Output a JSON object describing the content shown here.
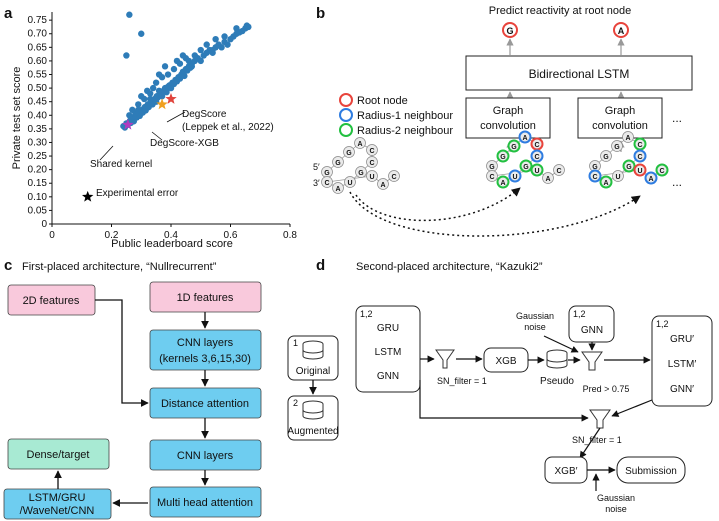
{
  "panel_labels": [
    "a",
    "b",
    "c",
    "d"
  ],
  "panel_a": {
    "ylabel": "Private test set score",
    "xlabel": "Public leaderboard score",
    "yticks": [
      "0",
      "0.05",
      "0.10",
      "0.15",
      "0.20",
      "0.25",
      "0.30",
      "0.35",
      "0.40",
      "0.45",
      "0.50",
      "0.55",
      "0.60",
      "0.65",
      "0.70",
      "0.75"
    ],
    "xticks": [
      "0",
      "0.2",
      "0.4",
      "0.6",
      "0.8"
    ],
    "annotations": {
      "degscore": "DegScore",
      "leppek": "(Leppek et al., 2022)",
      "degscore_xgb": "DegScore-XGB",
      "shared_kernel": "Shared kernel",
      "experimental_error": "Experimental error"
    }
  },
  "chart_data": {
    "type": "scatter",
    "xlabel": "Public leaderboard score",
    "ylabel": "Private test set score",
    "xlim": [
      0,
      0.8
    ],
    "ylim": [
      0,
      0.78
    ],
    "series": [
      {
        "marker": "circle",
        "color": "#2e7cb8",
        "points": [
          [
            0.24,
            0.36
          ],
          [
            0.245,
            0.355
          ],
          [
            0.25,
            0.37
          ],
          [
            0.255,
            0.365
          ],
          [
            0.26,
            0.375
          ],
          [
            0.262,
            0.38
          ],
          [
            0.265,
            0.372
          ],
          [
            0.27,
            0.385
          ],
          [
            0.272,
            0.39
          ],
          [
            0.275,
            0.378
          ],
          [
            0.278,
            0.395
          ],
          [
            0.28,
            0.4
          ],
          [
            0.285,
            0.392
          ],
          [
            0.29,
            0.405
          ],
          [
            0.293,
            0.41
          ],
          [
            0.295,
            0.398
          ],
          [
            0.3,
            0.415
          ],
          [
            0.302,
            0.42
          ],
          [
            0.305,
            0.41
          ],
          [
            0.31,
            0.425
          ],
          [
            0.312,
            0.43
          ],
          [
            0.315,
            0.418
          ],
          [
            0.32,
            0.435
          ],
          [
            0.322,
            0.44
          ],
          [
            0.325,
            0.43
          ],
          [
            0.33,
            0.445
          ],
          [
            0.335,
            0.45
          ],
          [
            0.338,
            0.44
          ],
          [
            0.34,
            0.455
          ],
          [
            0.345,
            0.46
          ],
          [
            0.35,
            0.45
          ],
          [
            0.352,
            0.47
          ],
          [
            0.355,
            0.465
          ],
          [
            0.36,
            0.475
          ],
          [
            0.365,
            0.48
          ],
          [
            0.37,
            0.47
          ],
          [
            0.375,
            0.49
          ],
          [
            0.38,
            0.5
          ],
          [
            0.385,
            0.485
          ],
          [
            0.39,
            0.505
          ],
          [
            0.395,
            0.51
          ],
          [
            0.4,
            0.5
          ],
          [
            0.405,
            0.52
          ],
          [
            0.41,
            0.515
          ],
          [
            0.415,
            0.53
          ],
          [
            0.42,
            0.525
          ],
          [
            0.425,
            0.54
          ],
          [
            0.43,
            0.535
          ],
          [
            0.435,
            0.55
          ],
          [
            0.44,
            0.56
          ],
          [
            0.445,
            0.545
          ],
          [
            0.45,
            0.57
          ],
          [
            0.455,
            0.565
          ],
          [
            0.46,
            0.58
          ],
          [
            0.465,
            0.575
          ],
          [
            0.47,
            0.59
          ],
          [
            0.48,
            0.6
          ],
          [
            0.49,
            0.61
          ],
          [
            0.5,
            0.6
          ],
          [
            0.51,
            0.62
          ],
          [
            0.52,
            0.63
          ],
          [
            0.53,
            0.64
          ],
          [
            0.54,
            0.63
          ],
          [
            0.55,
            0.65
          ],
          [
            0.56,
            0.66
          ],
          [
            0.57,
            0.65
          ],
          [
            0.58,
            0.67
          ],
          [
            0.59,
            0.66
          ],
          [
            0.6,
            0.68
          ],
          [
            0.61,
            0.69
          ],
          [
            0.62,
            0.7
          ],
          [
            0.63,
            0.705
          ],
          [
            0.64,
            0.71
          ],
          [
            0.65,
            0.72
          ],
          [
            0.655,
            0.73
          ],
          [
            0.66,
            0.725
          ],
          [
            0.42,
            0.6
          ],
          [
            0.38,
            0.58
          ],
          [
            0.36,
            0.55
          ],
          [
            0.44,
            0.62
          ],
          [
            0.46,
            0.6
          ],
          [
            0.5,
            0.64
          ],
          [
            0.48,
            0.62
          ],
          [
            0.34,
            0.5
          ],
          [
            0.33,
            0.48
          ],
          [
            0.31,
            0.46
          ],
          [
            0.29,
            0.44
          ],
          [
            0.27,
            0.42
          ],
          [
            0.3,
            0.47
          ],
          [
            0.32,
            0.49
          ],
          [
            0.28,
            0.41
          ],
          [
            0.26,
            0.4
          ],
          [
            0.35,
            0.52
          ],
          [
            0.37,
            0.54
          ],
          [
            0.39,
            0.55
          ],
          [
            0.41,
            0.57
          ],
          [
            0.43,
            0.59
          ],
          [
            0.45,
            0.61
          ],
          [
            0.52,
            0.66
          ],
          [
            0.55,
            0.68
          ],
          [
            0.58,
            0.69
          ],
          [
            0.62,
            0.72
          ],
          [
            0.25,
            0.62
          ],
          [
            0.3,
            0.7
          ],
          [
            0.26,
            0.77
          ],
          [
            0.54,
            0.64
          ],
          [
            0.47,
            0.58
          ],
          [
            0.36,
            0.49
          ],
          [
            0.33,
            0.46
          ],
          [
            0.29,
            0.42
          ]
        ]
      },
      {
        "name": "DegScore",
        "marker": "star",
        "color": "#e0443c",
        "points": [
          [
            0.4,
            0.46
          ]
        ]
      },
      {
        "name": "DegScore-XGB",
        "marker": "star",
        "color": "#f0a020",
        "points": [
          [
            0.37,
            0.44
          ]
        ]
      },
      {
        "name": "Shared kernel",
        "marker": "star",
        "color": "#b03cc0",
        "points": [
          [
            0.255,
            0.365
          ]
        ]
      },
      {
        "name": "Experimental error",
        "marker": "star",
        "color": "#000000",
        "points": [
          [
            0.12,
            0.1
          ]
        ]
      }
    ]
  },
  "panel_b": {
    "title": "Predict reactivity at root node",
    "lstm": "Bidirectional LSTM",
    "graph_conv_1": "Graph convolution",
    "graph_conv_2": "Graph convolution",
    "ellipsis": "...",
    "legend": [
      "Root node",
      "Radius-1 neighbour",
      "Radius-2 neighbour"
    ],
    "legend_colors": [
      "#e8443c",
      "#2e7ce0",
      "#22c040"
    ],
    "outputs": [
      "G",
      "A"
    ],
    "strand_5": "5′",
    "strand_3": "3′",
    "bases": [
      "G",
      "G",
      "G",
      "A",
      "C",
      "C",
      "G",
      "U",
      "A",
      "C",
      "U",
      "A",
      "C"
    ]
  },
  "panel_c": {
    "title": "First-placed architecture, “Nullrecurrent”",
    "boxes": {
      "features_2d": "2D features",
      "features_1d": "1D features",
      "cnn1_line1": "CNN layers",
      "cnn1_line2": "(kernels 3,6,15,30)",
      "distance": "Distance attention",
      "cnn2": "CNN layers",
      "dense": "Dense/target",
      "multi": "Multi head attention",
      "lstm_line1": "LSTM/GRU",
      "lstm_line2": "/WaveNet/CNN"
    }
  },
  "panel_d": {
    "title": "Second-placed architecture, “Kazuki2”",
    "original_num": "1",
    "original": "Original",
    "augmented_num": "2",
    "augmented": "Augmented",
    "models_num": "1,2",
    "models": [
      "GRU",
      "LSTM",
      "GNN"
    ],
    "sn_filter_1": "SN_filter = 1",
    "xgb": "XGB",
    "pseudo": "Pseudo",
    "gaussian_noise_1": "Gaussian noise",
    "gnn_num": "1,2",
    "gnn": "GNN",
    "pred": "Pred > 0.75",
    "models2_num": "1,2",
    "models2": [
      "GRU′",
      "LSTM′",
      "GNN′"
    ],
    "sn_filter_2": "SN_filter = 1",
    "xgb2": "XGB′",
    "submission": "Submission",
    "gaussian_noise_2": "Gaussian noise"
  }
}
